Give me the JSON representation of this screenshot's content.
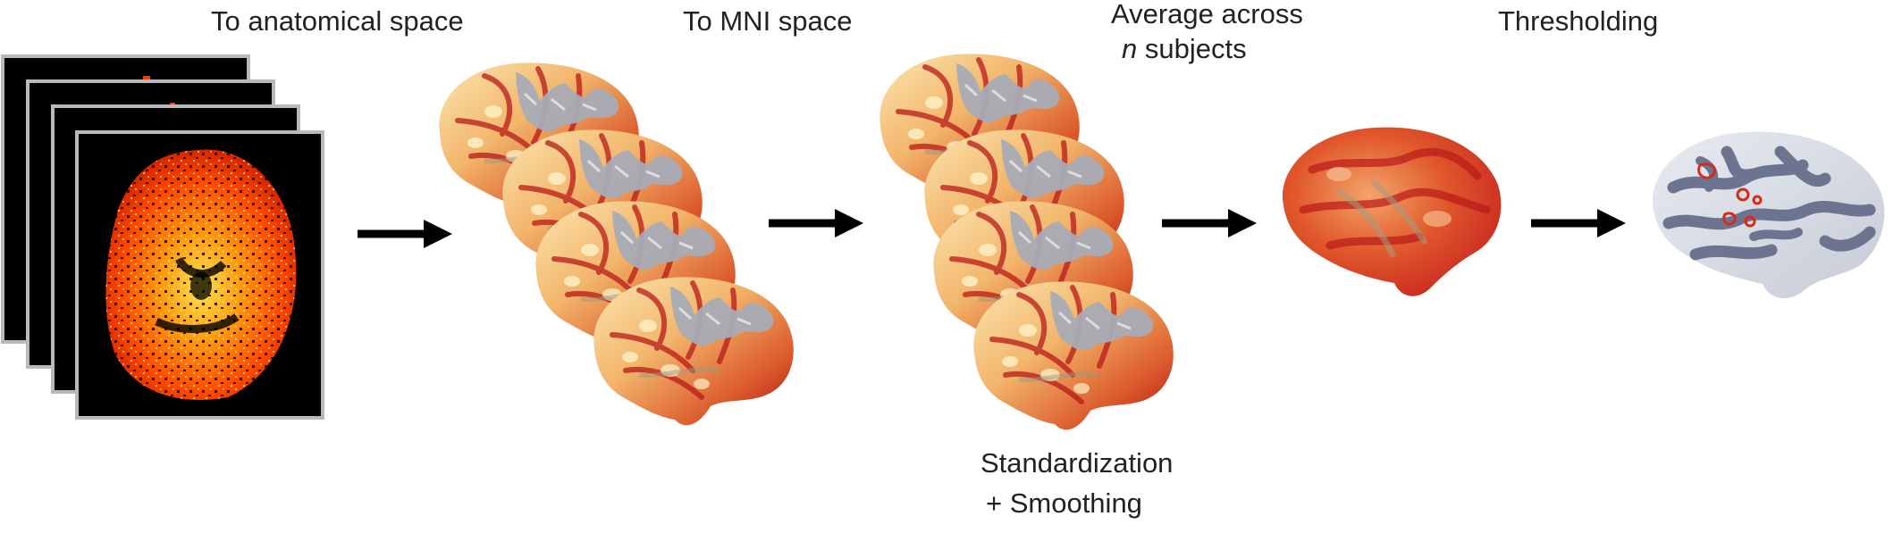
{
  "steps": {
    "to_anatomical": "To anatomical space",
    "to_mni": "To MNI space",
    "average_line1": "Average across",
    "average_n": "n",
    "average_line2_rest": " subjects",
    "thresholding": "Thresholding",
    "standardization_line1": "Standardization",
    "standardization_line2": "+ Smoothing"
  },
  "colors": {
    "arrow": "#000000",
    "slice_frame": "#b9b9b9",
    "slice_bg": "#000000",
    "activation_hot": "#ff5a00",
    "activation_yellow": "#ffd21e",
    "brain_red": "#c41a1a",
    "brain_light": "#f7dfa3",
    "brain_gray": "#a6a9b4",
    "inflated_gray": "#6d7490",
    "inflated_light": "#dfe3ea"
  }
}
